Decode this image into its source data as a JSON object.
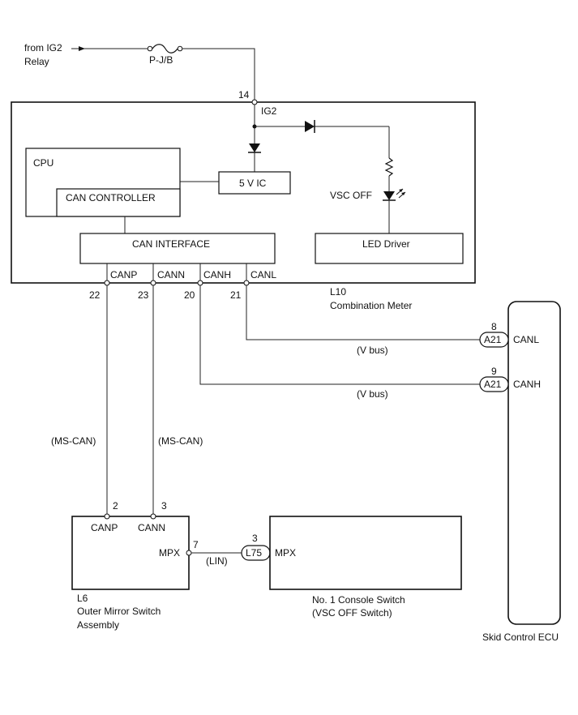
{
  "power": {
    "source_line1": "from IG2",
    "source_line2": "Relay",
    "fuse_label": "P-J/B"
  },
  "combination_meter": {
    "code": "L10",
    "name": "Combination Meter",
    "ig2_label": "IG2",
    "cpu_label": "CPU",
    "can_controller_label": "CAN CONTROLLER",
    "can_interface_label": "CAN INTERFACE",
    "ic_label": "5 V IC",
    "led_driver_label": "LED Driver",
    "vsc_off_label": "VSC OFF",
    "pins": {
      "ig2": "14",
      "canp": "22",
      "cann": "23",
      "canh": "20",
      "canl": "21"
    },
    "pin_names": {
      "canp": "CANP",
      "cann": "CANN",
      "canh": "CANH",
      "canl": "CANL"
    }
  },
  "skid_control_ecu": {
    "name": "Skid Control ECU",
    "connector": "A21",
    "pin_canl": "8",
    "pin_canh": "9",
    "canl_label": "CANL",
    "canh_label": "CANH"
  },
  "bus_labels": {
    "vbus": "(V bus)",
    "mscan": "(MS-CAN)",
    "lin": "(LIN)"
  },
  "outer_mirror_switch": {
    "code": "L6",
    "name_line1": "Outer Mirror Switch",
    "name_line2": "Assembly",
    "pin_canp": "2",
    "pin_cann": "3",
    "pin_mpx": "7",
    "canp_label": "CANP",
    "cann_label": "CANN",
    "mpx_label": "MPX"
  },
  "console_switch": {
    "name_line1": "No. 1 Console Switch",
    "name_line2": "(VSC OFF Switch)",
    "connector": "L75",
    "pin_mpx": "3",
    "mpx_label": "MPX"
  }
}
